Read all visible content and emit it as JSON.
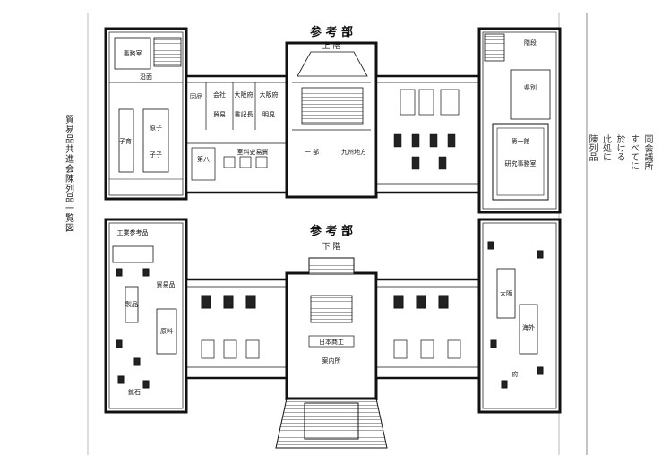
{
  "titles": {
    "upper_heading": "参 考 部",
    "upper_floor": "上 階",
    "lower_heading": "参 考 部",
    "lower_floor": "下 階"
  },
  "side_title": "貿易品共進会陳列品一覧図",
  "note_columns": [
    "同会議所",
    "すべてに",
    "於ける",
    "此処に",
    "陳列品"
  ],
  "upper_rooms": {
    "left_top": "事務室",
    "left_mid": "沿面",
    "left_room_a": "子育",
    "left_room_b": "原子",
    "left_room_c": "子子",
    "corr_a": "因品",
    "corr_b": "会社",
    "corr_c": "大阪府",
    "corr_d": "大阪府",
    "corr_e": "貿易",
    "corr_f": "書記長",
    "corr_g": "室料史易貿",
    "corr_h": "明見",
    "corr_i": "第八",
    "center_room": "九州地方",
    "center_label": "一 部",
    "right_top": "階段",
    "right_mid": "県別",
    "right_room": "第一館",
    "right_room2": "研究事務室"
  },
  "lower_rooms": {
    "left_top": "工業参考品",
    "left_mid": "貿易品",
    "left_room_a": "製品",
    "left_room_b": "原料",
    "left_room_c": "鉱石",
    "center_room": "日本商工",
    "center_label": "案内所",
    "right_room": "大阪",
    "right_room2": "海外",
    "right_room3": "府"
  },
  "colors": {
    "ink": "#1a1a1a",
    "paper": "#ffffff",
    "shade": "#bdbdbd"
  }
}
